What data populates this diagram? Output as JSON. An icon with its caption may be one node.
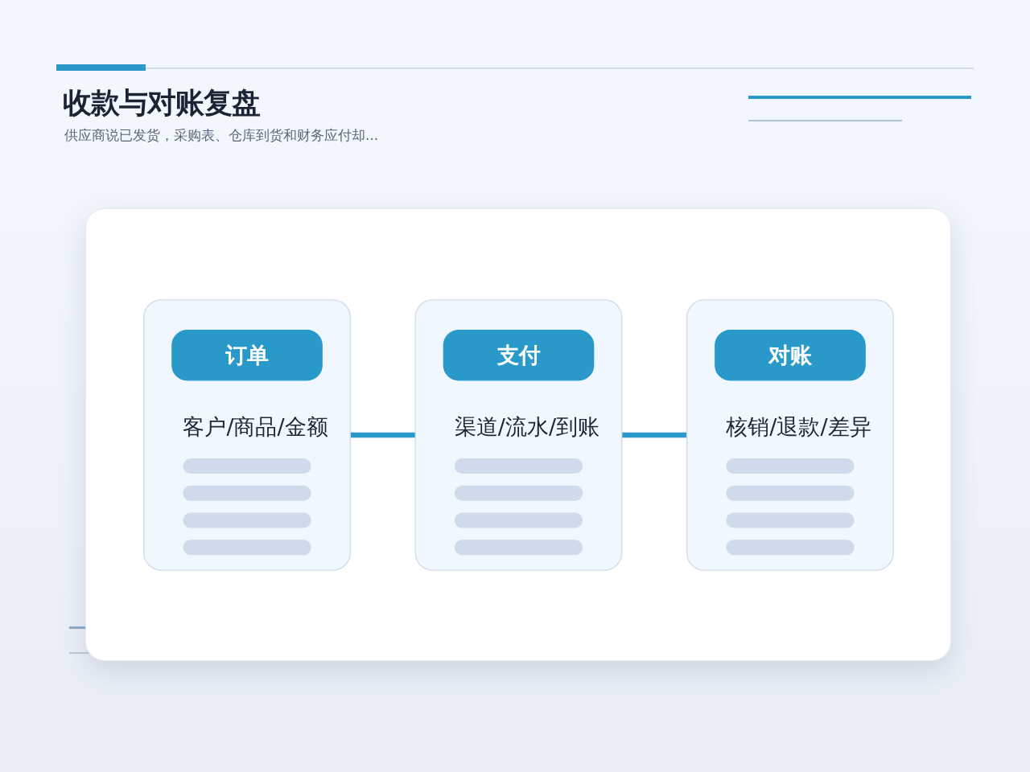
{
  "diagram": {
    "title": "收款与对账复盘",
    "nodes": [
      {
        "text": [
          "客户/商品/金额"
        ]
      },
      {
        "text": [
          "订单"
        ],
        "in": 0
      },
      {
        "text": [
          "渠道/流水/到账"
        ]
      },
      {
        "text": [
          "支付"
        ],
        "in": 2
      },
      {
        "text": [
          "核销/退款/差异"
        ]
      },
      {
        "text": [
          "对账"
        ],
        "in": 4
      }
    ],
    "edges": [
      {
        "from": 0,
        "to": 2,
        "arrow": "none"
      },
      {
        "from": 2,
        "to": 4,
        "arrow": "none"
      }
    ],
    "labels": [
      "供应商说已发货，采购表、仓库到货和财务应付却..."
    ]
  }
}
